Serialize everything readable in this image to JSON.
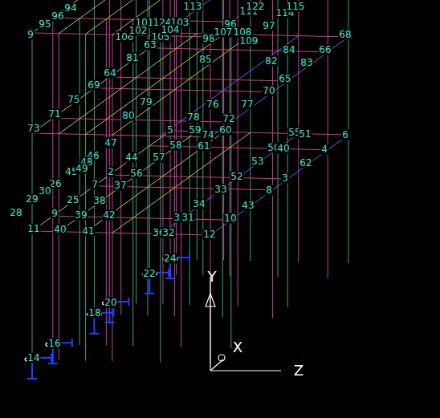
{
  "diagram": {
    "labels": [
      "9",
      "95",
      "96",
      "94",
      "113",
      "101",
      "124",
      "103",
      "111",
      "122",
      "114",
      "115",
      "106",
      "102",
      "105",
      "104",
      "63",
      "98",
      "96",
      "107",
      "97",
      "108",
      "109",
      "68",
      "81",
      "85",
      "84",
      "66",
      "82",
      "83",
      "64",
      "69",
      "65",
      "70",
      "75",
      "79",
      "76",
      "77",
      "71",
      "80",
      "78",
      "72",
      "73",
      "5",
      "59",
      "74",
      "60",
      "55",
      "51",
      "6",
      "47",
      "58",
      "61",
      "50",
      "40",
      "4",
      "46",
      "48",
      "44",
      "57",
      "53",
      "62",
      "45",
      "49",
      "2",
      "56",
      "52",
      "26",
      "30",
      "29",
      "7",
      "37",
      "3",
      "33",
      "8",
      "25",
      "38",
      "34",
      "43",
      "28",
      "9",
      "39",
      "42",
      "35",
      "31",
      "10",
      "11",
      "40",
      "41",
      "36",
      "32",
      "12",
      "24",
      "22",
      "20",
      "18",
      "16",
      "14",
      "Y",
      "X",
      "Z"
    ]
  }
}
